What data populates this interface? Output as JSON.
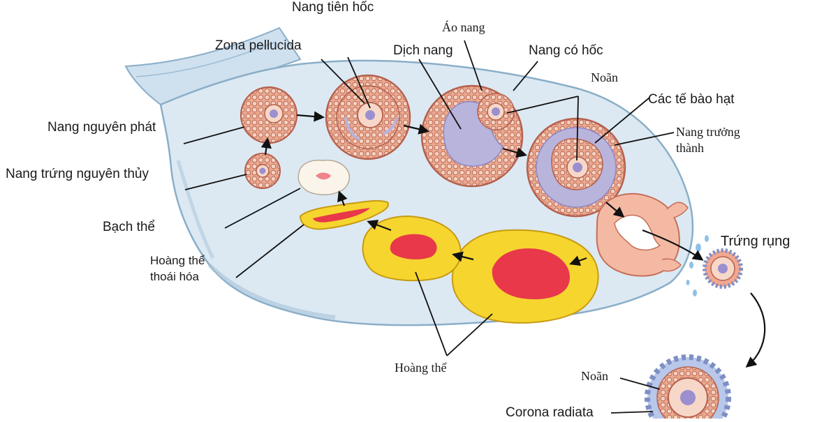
{
  "labels": {
    "nang_tien_hoc": "Nang tiên hốc",
    "zona_pellucida": "Zona pellucida",
    "ao_nang": "Áo nang",
    "dich_nang": "Dịch nang",
    "nang_co_hoc": "Nang có hốc",
    "noan_top": "Noãn",
    "cac_te_bao_hat": "Các tế bào hạt",
    "nang_truong_thanh_1": "Nang trưởng",
    "nang_truong_thanh_2": "thành",
    "nang_nguyen_phat": "Nang nguyên phát",
    "nang_trung_nguyen_thuy": "Nang trứng nguyên thủy",
    "bach_the": "Bạch thể",
    "hoang_the_thoai_hoa_1": "Hoàng thể",
    "hoang_the_thoai_hoa_2": "thoái hóa",
    "trung_rung": "Trứng rụng",
    "hoang_the": "Hoàng thể",
    "noan_bottom": "Noãn",
    "corona_radiata": "Corona radiata"
  },
  "colors": {
    "ovary_fill": "#dce9f3",
    "ovary_stroke": "#8aaec8",
    "follicle_fill": "#e9a88f",
    "follicle_stroke": "#b5614e",
    "antrum": "#b8b4dc",
    "oocyte": "#9b8fcf",
    "corpus_luteum": "#f6d52f",
    "corpus_center": "#e8384a",
    "corpus_albicans": "#fbf4ea"
  }
}
